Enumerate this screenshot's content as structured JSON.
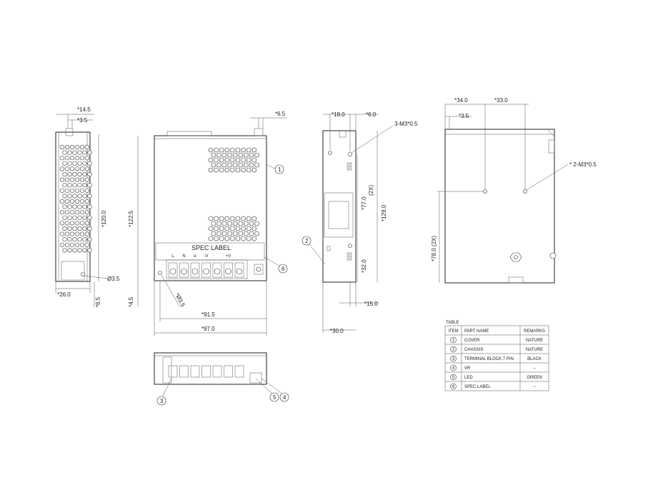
{
  "colors": {
    "line": "#222222",
    "background": "#ffffff"
  },
  "side_left": {
    "dim_top_a": "*14.5",
    "dim_top_b": "*3.5",
    "dim_height": "*120.0",
    "dim_hole": "Ø3.5",
    "dim_width": "*26.0",
    "dim_bottom": "*6.5"
  },
  "front": {
    "dim_top_right": "*6.5",
    "dim_height": "*122.5",
    "spec_label": "SPEC LABEL",
    "terminal_labels": [
      "L",
      "N",
      "⏚",
      "-V",
      "",
      "+V",
      ""
    ],
    "dim_bottom_left": "*4.5",
    "dim_hole": "*Ø3.5",
    "dim_inner_width": "*91.5",
    "dim_width": "*97.0",
    "callout_1": "1",
    "callout_6": "6"
  },
  "right_side": {
    "dim_top_a": "*18.0",
    "dim_top_b": "*6.0",
    "screw_note": "3-M3*0.5",
    "dim_77": "*77.0",
    "dim_2x": "(2X)",
    "dim_129": "*129.0",
    "dim_32": "*32.0",
    "dim_15": "*15.0",
    "dim_30": "*30.0",
    "callout_2": "2"
  },
  "back": {
    "dim_34": "*34.0",
    "dim_33": "*33.0",
    "dim_35": "*3.5",
    "screw_note": "* 2-M3*0.5",
    "dim_78": "*78.0 (2X)"
  },
  "bottom_view": {
    "callout_3": "3",
    "callout_5": "5",
    "callout_4": "4"
  },
  "table": {
    "title": "TABLE",
    "headers": [
      "ITEM",
      "PART NAME",
      "REMARKS"
    ],
    "rows": [
      {
        "item": "1",
        "part": "COVER",
        "remark": "NATURE"
      },
      {
        "item": "2",
        "part": "CHASSIS",
        "remark": "NATURE"
      },
      {
        "item": "3",
        "part": "TERMINAL BLOCK 7 PIN",
        "remark": "BLACK"
      },
      {
        "item": "4",
        "part": "VR",
        "remark": "--"
      },
      {
        "item": "5",
        "part": "LED",
        "remark": "GREEN"
      },
      {
        "item": "6",
        "part": "SPEC LABEL",
        "remark": "--"
      }
    ]
  }
}
